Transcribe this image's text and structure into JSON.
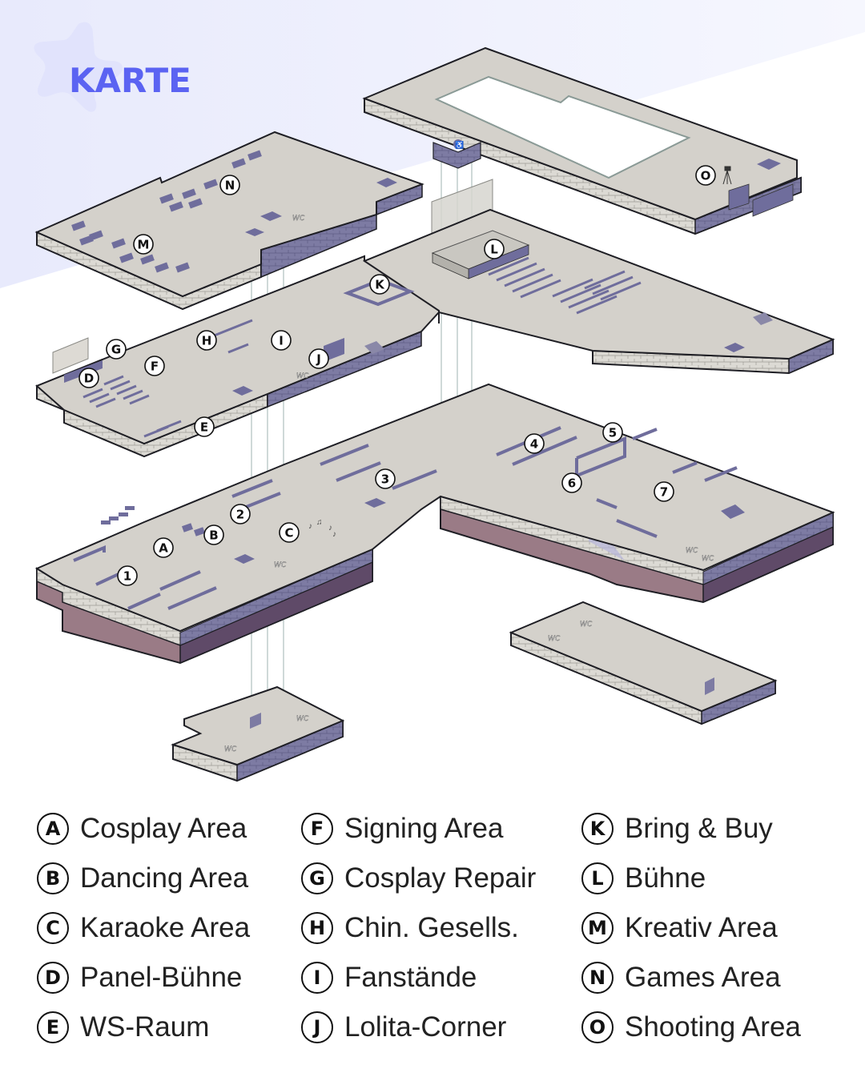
{
  "title": "KARTE",
  "colors": {
    "accent": "#5b63f2",
    "star": "#e1e3fc",
    "band": "#eceefd",
    "floor": "#d4d1cb",
    "wall_light": "#e3e1dc",
    "wall_shade": "#7d7ba3",
    "furniture": "#6f6d9c",
    "base_top": "#9a7b86",
    "base_side": "#5f4a68",
    "outline": "#1e1e24"
  },
  "map": {
    "floors": [
      {
        "name": "top-floor-ring",
        "markers": [
          "O"
        ],
        "icons": [
          "wheelchair-icon",
          "camera-tripod-icon"
        ]
      },
      {
        "name": "upper-left-floor",
        "markers": [
          "M",
          "N"
        ],
        "wc_labels": [
          "WC"
        ],
        "icons": [
          "wheelchair-icon"
        ]
      },
      {
        "name": "middle-floor",
        "markers": [
          "D",
          "E",
          "F",
          "G",
          "H",
          "I",
          "J",
          "K",
          "L"
        ],
        "wc_labels": [
          "WC"
        ],
        "icons": [
          "wheelchair-icon",
          "wheelchair-icon"
        ]
      },
      {
        "name": "ground-floor",
        "markers": [
          "A",
          "B",
          "C",
          "1",
          "2",
          "3",
          "4",
          "5",
          "6",
          "7"
        ],
        "wc_labels": [
          "WC",
          "WC",
          "WC"
        ],
        "icons": [
          "wheelchair-icon",
          "wheelchair-icon",
          "music-note-icon"
        ]
      },
      {
        "name": "basement-small",
        "markers": [],
        "wc_labels": [
          "WC",
          "WC"
        ],
        "icons": [
          "wheelchair-icon"
        ]
      },
      {
        "name": "basement-right",
        "markers": [],
        "wc_labels": [
          "WC",
          "WC"
        ],
        "icons": []
      }
    ],
    "wc_text": "WC"
  },
  "legend": {
    "columns": [
      [
        {
          "key": "A",
          "label": "Cosplay Area"
        },
        {
          "key": "B",
          "label": "Dancing Area"
        },
        {
          "key": "C",
          "label": "Karaoke Area"
        },
        {
          "key": "D",
          "label": "Panel-Bühne"
        },
        {
          "key": "E",
          "label": "WS-Raum"
        }
      ],
      [
        {
          "key": "F",
          "label": "Signing Area"
        },
        {
          "key": "G",
          "label": "Cosplay Repair"
        },
        {
          "key": "H",
          "label": "Chin. Gesells."
        },
        {
          "key": "I",
          "label": "Fanstände"
        },
        {
          "key": "J",
          "label": "Lolita-Corner"
        }
      ],
      [
        {
          "key": "K",
          "label": "Bring & Buy"
        },
        {
          "key": "L",
          "label": "Bühne"
        },
        {
          "key": "M",
          "label": "Kreativ Area"
        },
        {
          "key": "N",
          "label": "Games Area"
        },
        {
          "key": "O",
          "label": "Shooting Area"
        }
      ]
    ]
  }
}
